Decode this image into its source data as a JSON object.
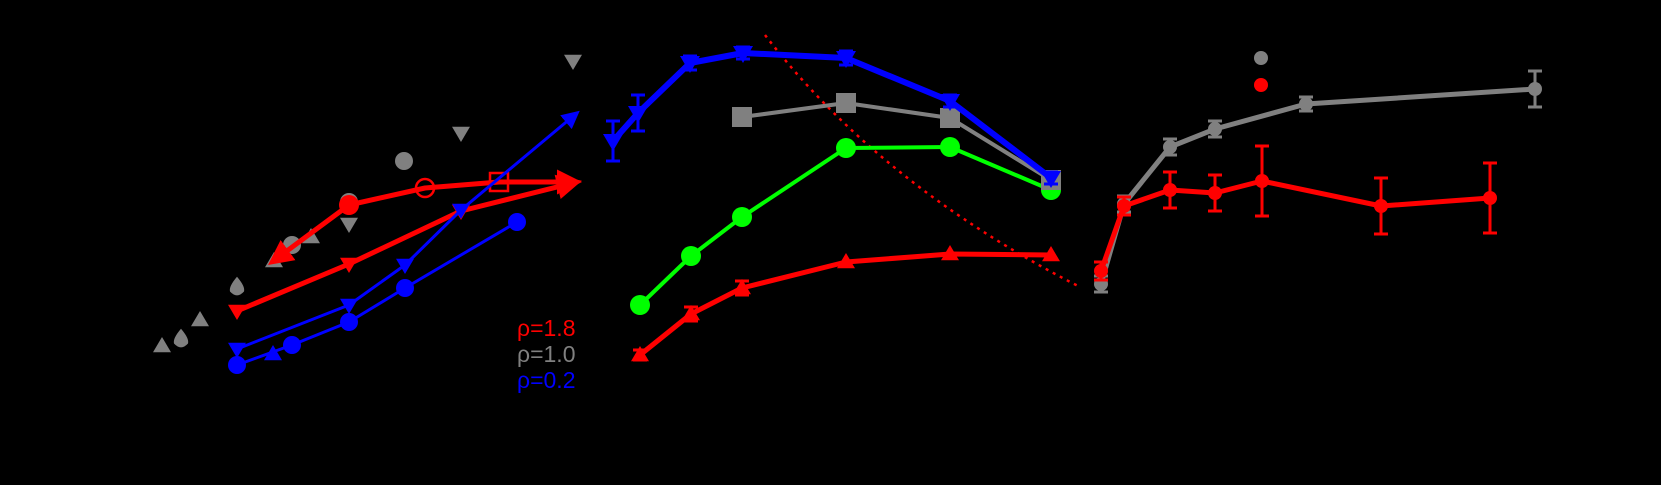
{
  "figure": {
    "background": "#000000",
    "note": "axis lines, tick labels, axis titles and right-panel legend labels are drawn in black on black and are not visible"
  },
  "colors": {
    "red": "#ff0000",
    "gray": "#808080",
    "blue": "#0000ff",
    "green": "#00ff00"
  },
  "legend_left": {
    "items": [
      {
        "label": "ρ=1.8",
        "color": "#ff0000"
      },
      {
        "label": "ρ=1.0",
        "color": "#808080"
      },
      {
        "label": "ρ=0.2",
        "color": "#0000ff"
      }
    ]
  },
  "legend_right": {
    "items": [
      {
        "label": "",
        "color": "#808080",
        "marker": "circle"
      },
      {
        "label": "",
        "color": "#ff0000",
        "marker": "circle"
      }
    ]
  },
  "chart_data": [
    {
      "type": "line",
      "title": "",
      "xlabel": "",
      "ylabel": "",
      "grid": false,
      "legend_position": "lower right",
      "coordinate_note": "values are pixel positions (x right, y down) since axis ticks are not visible",
      "series": [
        {
          "name": "ρ=1.8 (circle→arrow)",
          "color": "#ff0000",
          "marker": "circle",
          "x": [
            349,
            272
          ],
          "y": [
            205,
            262
          ],
          "arrow_end": true
        },
        {
          "name": "ρ=1.8 (open markers)",
          "color": "#ff0000",
          "marker": "open-circle/open-square",
          "x": [
            349,
            425,
            499,
            577
          ],
          "y": [
            205,
            188,
            182,
            182
          ],
          "arrow_end": true
        },
        {
          "name": "ρ=1.8 (down triangles)",
          "color": "#ff0000",
          "marker": "triangle-down",
          "x": [
            237,
            349,
            461,
            577
          ],
          "y": [
            311,
            264,
            211,
            182
          ],
          "arrow_end": true
        },
        {
          "name": "ρ=0.2 (down triangles)",
          "color": "#0000ff",
          "marker": "triangle-down",
          "x": [
            237,
            349,
            405,
            461,
            577
          ],
          "y": [
            349,
            305,
            265,
            210,
            113
          ],
          "arrow_end": true
        },
        {
          "name": "ρ=0.2 (circles)",
          "color": "#0000ff",
          "marker": "circle",
          "x": [
            237,
            292,
            349,
            405,
            517
          ],
          "y": [
            365,
            345,
            322,
            288,
            222
          ]
        },
        {
          "name": "ρ=0.2 (triangle)",
          "color": "#0000ff",
          "marker": "triangle-up",
          "x": [
            273
          ],
          "y": [
            354
          ]
        },
        {
          "name": "ρ=1.0 (scatter)",
          "color": "#808080",
          "marker": "mixed",
          "points": [
            {
              "x": 573,
              "y": 61,
              "marker": "triangle-down"
            },
            {
              "x": 461,
              "y": 133,
              "marker": "triangle-down"
            },
            {
              "x": 404,
              "y": 161,
              "marker": "circle"
            },
            {
              "x": 349,
              "y": 202,
              "marker": "circle"
            },
            {
              "x": 349,
              "y": 224,
              "marker": "triangle-down"
            },
            {
              "x": 311,
              "y": 237,
              "marker": "triangle-up"
            },
            {
              "x": 292,
              "y": 245,
              "marker": "circle"
            },
            {
              "x": 274,
              "y": 261,
              "marker": "triangle-up"
            },
            {
              "x": 237,
              "y": 288,
              "marker": "drop"
            },
            {
              "x": 200,
              "y": 320,
              "marker": "triangle-up"
            },
            {
              "x": 181,
              "y": 340,
              "marker": "drop"
            },
            {
              "x": 162,
              "y": 346,
              "marker": "triangle-up"
            }
          ]
        }
      ]
    },
    {
      "type": "line",
      "title": "",
      "xlabel": "",
      "ylabel": "",
      "grid": false,
      "coordinate_note": "values are pixel positions (x right, y down)",
      "series": [
        {
          "name": "blue",
          "color": "#0000ff",
          "marker": "triangle-down",
          "x": [
            613,
            638,
            690,
            743,
            846,
            950,
            1051
          ],
          "y": [
            141,
            113,
            63,
            53,
            58,
            101,
            178
          ],
          "yerr": [
            20,
            18,
            7,
            6,
            7,
            6,
            6
          ]
        },
        {
          "name": "gray",
          "color": "#808080",
          "marker": "square",
          "x": [
            742,
            846,
            950,
            1051
          ],
          "y": [
            117,
            103,
            118,
            180
          ],
          "yerr": [
            0,
            0,
            0,
            8
          ]
        },
        {
          "name": "green",
          "color": "#00ff00",
          "marker": "circle",
          "x": [
            640,
            691,
            742,
            846,
            950,
            1051
          ],
          "y": [
            305,
            256,
            217,
            148,
            147,
            190
          ]
        },
        {
          "name": "red",
          "color": "#ff0000",
          "marker": "triangle-up",
          "x": [
            640,
            691,
            742,
            846,
            950,
            1051
          ],
          "y": [
            355,
            314,
            288,
            262,
            254,
            255
          ],
          "yerr": [
            5,
            7,
            7,
            0,
            0,
            0
          ]
        },
        {
          "name": "red dotted fit",
          "color": "#ff0000",
          "style": "dotted",
          "x": [
            765,
            800,
            846,
            900,
            950,
            1010,
            1080
          ],
          "y": [
            35,
            95,
            155,
            195,
            225,
            255,
            285
          ]
        }
      ]
    },
    {
      "type": "line",
      "title": "",
      "xlabel": "",
      "ylabel": "",
      "grid": false,
      "legend_position": "upper left",
      "coordinate_note": "values are pixel positions (x right, y down)",
      "series": [
        {
          "name": "gray",
          "color": "#808080",
          "marker": "circle",
          "x": [
            1101,
            1124,
            1170,
            1215,
            1306,
            1535
          ],
          "y": [
            284,
            204,
            147,
            129,
            104,
            89
          ],
          "yerr": [
            8,
            8,
            8,
            8,
            7,
            18
          ]
        },
        {
          "name": "red",
          "color": "#ff0000",
          "marker": "circle",
          "x": [
            1101,
            1124,
            1170,
            1215,
            1262,
            1381,
            1490
          ],
          "y": [
            271,
            206,
            190,
            193,
            181,
            206,
            198
          ],
          "yerr": [
            9,
            9,
            18,
            18,
            35,
            28,
            35
          ]
        }
      ]
    }
  ]
}
